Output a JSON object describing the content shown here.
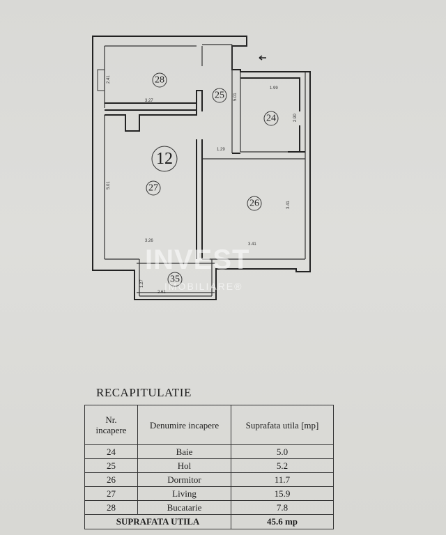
{
  "plan": {
    "apartment_number": "12",
    "rooms": [
      {
        "id": "28",
        "label": "28"
      },
      {
        "id": "25",
        "label": "25"
      },
      {
        "id": "24",
        "label": "24"
      },
      {
        "id": "27",
        "label": "27"
      },
      {
        "id": "26",
        "label": "26"
      },
      {
        "id": "35",
        "label": "35"
      }
    ],
    "dimensions": [
      "2.41",
      "3.27",
      "1.99",
      "2.90",
      "1.29",
      "5.01",
      "3.26",
      "3.41",
      "3.41",
      "1.27",
      "2.61",
      "5.01"
    ]
  },
  "watermark": {
    "main": "INVEST",
    "sub": "IMOBILIARE®"
  },
  "recap": {
    "title": "RECAPITULATIE",
    "headers": {
      "nr_line1": "Nr.",
      "nr_line2": "incapere",
      "name": "Denumire incapere",
      "area": "Suprafata utila [mp]"
    },
    "rows": [
      {
        "nr": "24",
        "name": "Baie",
        "area": "5.0"
      },
      {
        "nr": "25",
        "name": "Hol",
        "area": "5.2"
      },
      {
        "nr": "26",
        "name": "Dormitor",
        "area": "11.7"
      },
      {
        "nr": "27",
        "name": "Living",
        "area": "15.9"
      },
      {
        "nr": "28",
        "name": "Bucatarie",
        "area": "7.8"
      }
    ],
    "total": {
      "label": "SUPRAFATA UTILA",
      "value": "45.6 mp"
    }
  }
}
